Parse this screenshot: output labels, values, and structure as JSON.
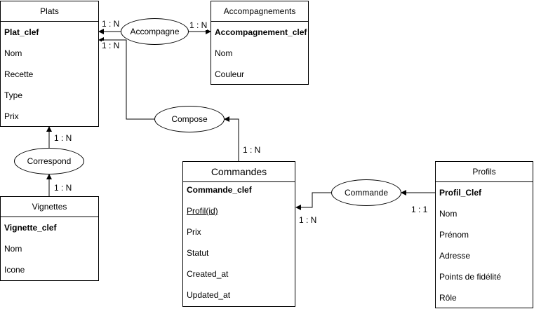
{
  "entities": {
    "plats": {
      "title": "Plats",
      "attributes": [
        "Plat_clef",
        "Nom",
        "Recette",
        "Type",
        "Prix"
      ]
    },
    "accompagnements": {
      "title": "Accompagnements",
      "attributes": [
        "Accompagnement_clef",
        "Nom",
        "Couleur"
      ]
    },
    "vignettes": {
      "title": "Vignettes",
      "attributes": [
        "Vignette_clef",
        "Nom",
        "Icone"
      ]
    },
    "commandes": {
      "title": "Commandes",
      "attributes": [
        "Commande_clef",
        "Profil(id)",
        "Prix",
        "Statut",
        "Created_at",
        "Updated_at"
      ]
    },
    "profils": {
      "title": "Profils",
      "attributes": [
        "Profil_Clef",
        "Nom",
        "Prénom",
        "Adresse",
        "Points de fidélité",
        "Rôle"
      ]
    }
  },
  "relationships": {
    "accompagne": "Accompagne",
    "compose": "Compose",
    "correspond": "Correspond",
    "commande": "Commande"
  },
  "cardinalities": {
    "plats_accompagne_top": "1 : N",
    "plats_accompagne_bottom": "1 : N",
    "accompagne_accompagnements": "1 : N",
    "compose_commandes": "1 : N",
    "correspond_plats": "1 : N",
    "correspond_vignettes": "1 : N",
    "commande_commandes": "1 : N",
    "commande_profils": "1 : 1"
  },
  "colors": {
    "line": "#000000",
    "background": "#ffffff"
  }
}
